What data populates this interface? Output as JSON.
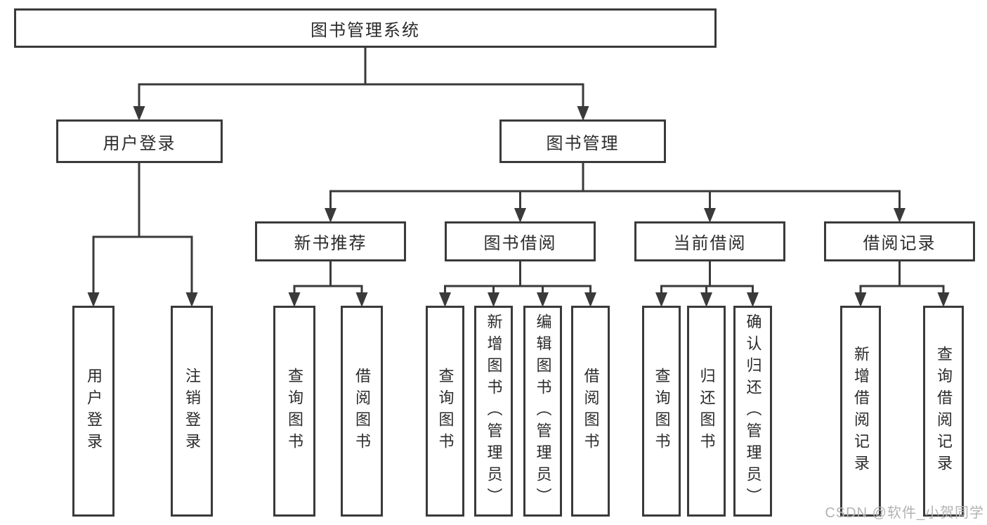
{
  "tree": {
    "root": {
      "label": "图书管理系统"
    },
    "branches": [
      {
        "label": "用户登录",
        "children": [
          {
            "label": "用户登录"
          },
          {
            "label": "注销登录"
          }
        ]
      },
      {
        "label": "图书管理",
        "children": [
          {
            "label": "新书推荐",
            "children": [
              {
                "label": "查询图书"
              },
              {
                "label": "借阅图书"
              }
            ]
          },
          {
            "label": "图书借阅",
            "children": [
              {
                "label": "查询图书"
              },
              {
                "label": "新增图书（管理员）"
              },
              {
                "label": "编辑图书（管理员）"
              },
              {
                "label": "借阅图书"
              }
            ]
          },
          {
            "label": "当前借阅",
            "children": [
              {
                "label": "查询图书"
              },
              {
                "label": "归还图书"
              },
              {
                "label": "确认归还（管理员）"
              }
            ]
          },
          {
            "label": "借阅记录",
            "children": [
              {
                "label": "新增借阅记录"
              },
              {
                "label": "查询借阅记录"
              }
            ]
          }
        ]
      }
    ]
  },
  "watermark": {
    "text": "CSDN @软件_小贺同学"
  },
  "colors": {
    "line": "#3a3a3a",
    "text": "#2b2b2b",
    "box_bg": "#ffffff",
    "watermark": "#b3b3b3"
  }
}
